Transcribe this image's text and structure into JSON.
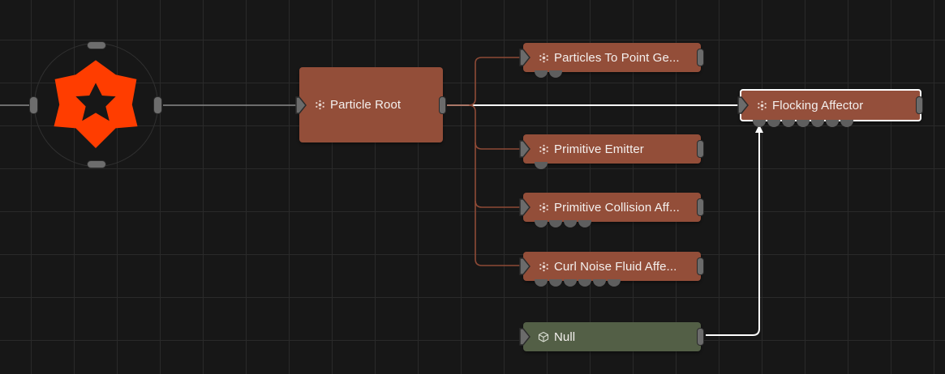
{
  "colors": {
    "background": "#171717",
    "grid": "#2a2a2a",
    "particle_node": "#934e39",
    "null_node": "#535f46",
    "logo": "#ff3d00",
    "wire_primary": "#ffffff",
    "wire_secondary": "#8e4a36"
  },
  "nodes": {
    "particle_root": {
      "label": "Particle Root",
      "icon": "particle-icon"
    },
    "particles_to_point": {
      "label": "Particles To Point Ge...",
      "icon": "particle-icon",
      "slots": 2
    },
    "primitive_emitter": {
      "label": "Primitive Emitter",
      "icon": "particle-icon",
      "slots": 1
    },
    "primitive_collision": {
      "label": "Primitive Collision Aff...",
      "icon": "particle-icon",
      "slots": 4
    },
    "curl_noise": {
      "label": "Curl Noise Fluid Affe...",
      "icon": "particle-icon",
      "slots": 6
    },
    "flocking_affector": {
      "label": "Flocking Affector",
      "icon": "particle-icon",
      "slots": 7,
      "selected": true
    },
    "null": {
      "label": "Null",
      "icon": "cube-icon"
    }
  }
}
